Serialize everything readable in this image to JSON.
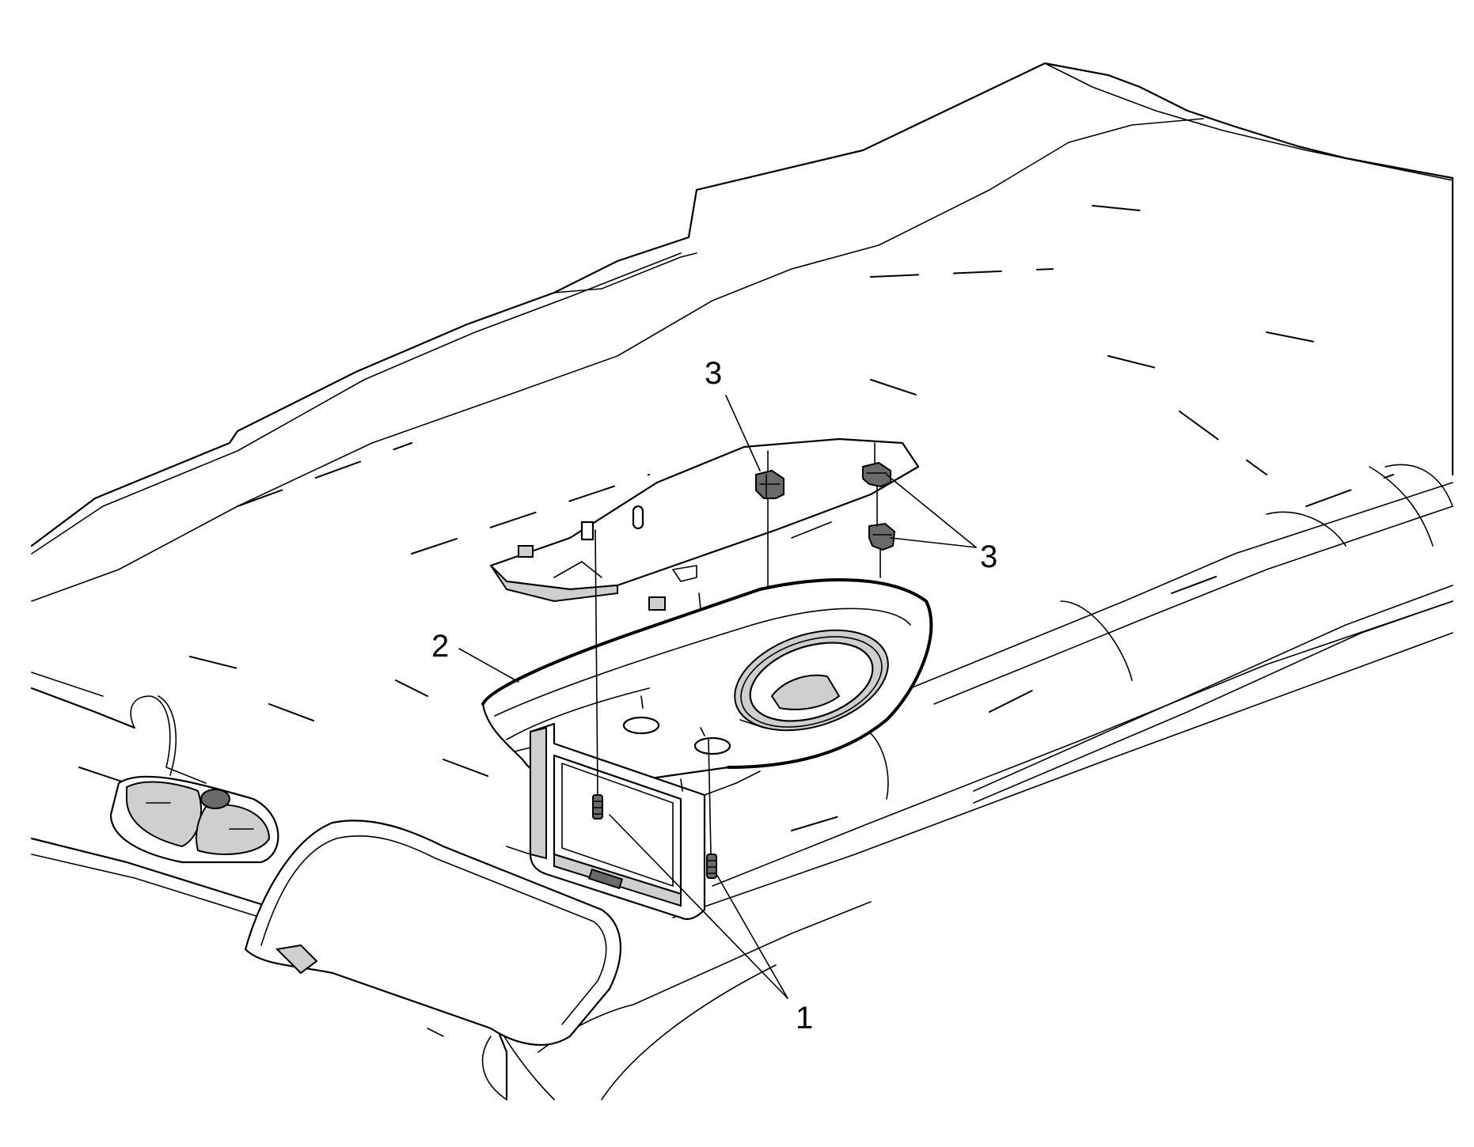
{
  "callouts": {
    "screws": "1",
    "bezel": "2",
    "clip_top": "3",
    "clips_right": "3"
  }
}
